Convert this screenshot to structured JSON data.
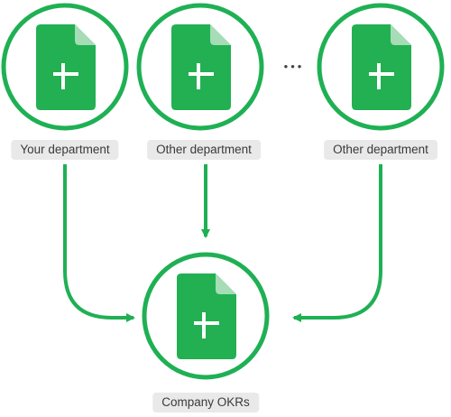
{
  "nodes": [
    {
      "label": "Your department",
      "icon": "spreadsheet-doc-icon"
    },
    {
      "label": "Other department",
      "icon": "spreadsheet-doc-icon"
    },
    {
      "label": "Other department",
      "icon": "spreadsheet-doc-icon"
    }
  ],
  "target": {
    "label": "Company OKRs",
    "icon": "spreadsheet-doc-icon"
  },
  "ellipsis": "•••",
  "colors": {
    "ring": "#1fb054",
    "arrow": "#1fb054",
    "doc": "#22b052",
    "doc_fold": "#a6dcb6",
    "pill_bg": "#e9e9e9",
    "pill_text": "#3a3a3a"
  }
}
